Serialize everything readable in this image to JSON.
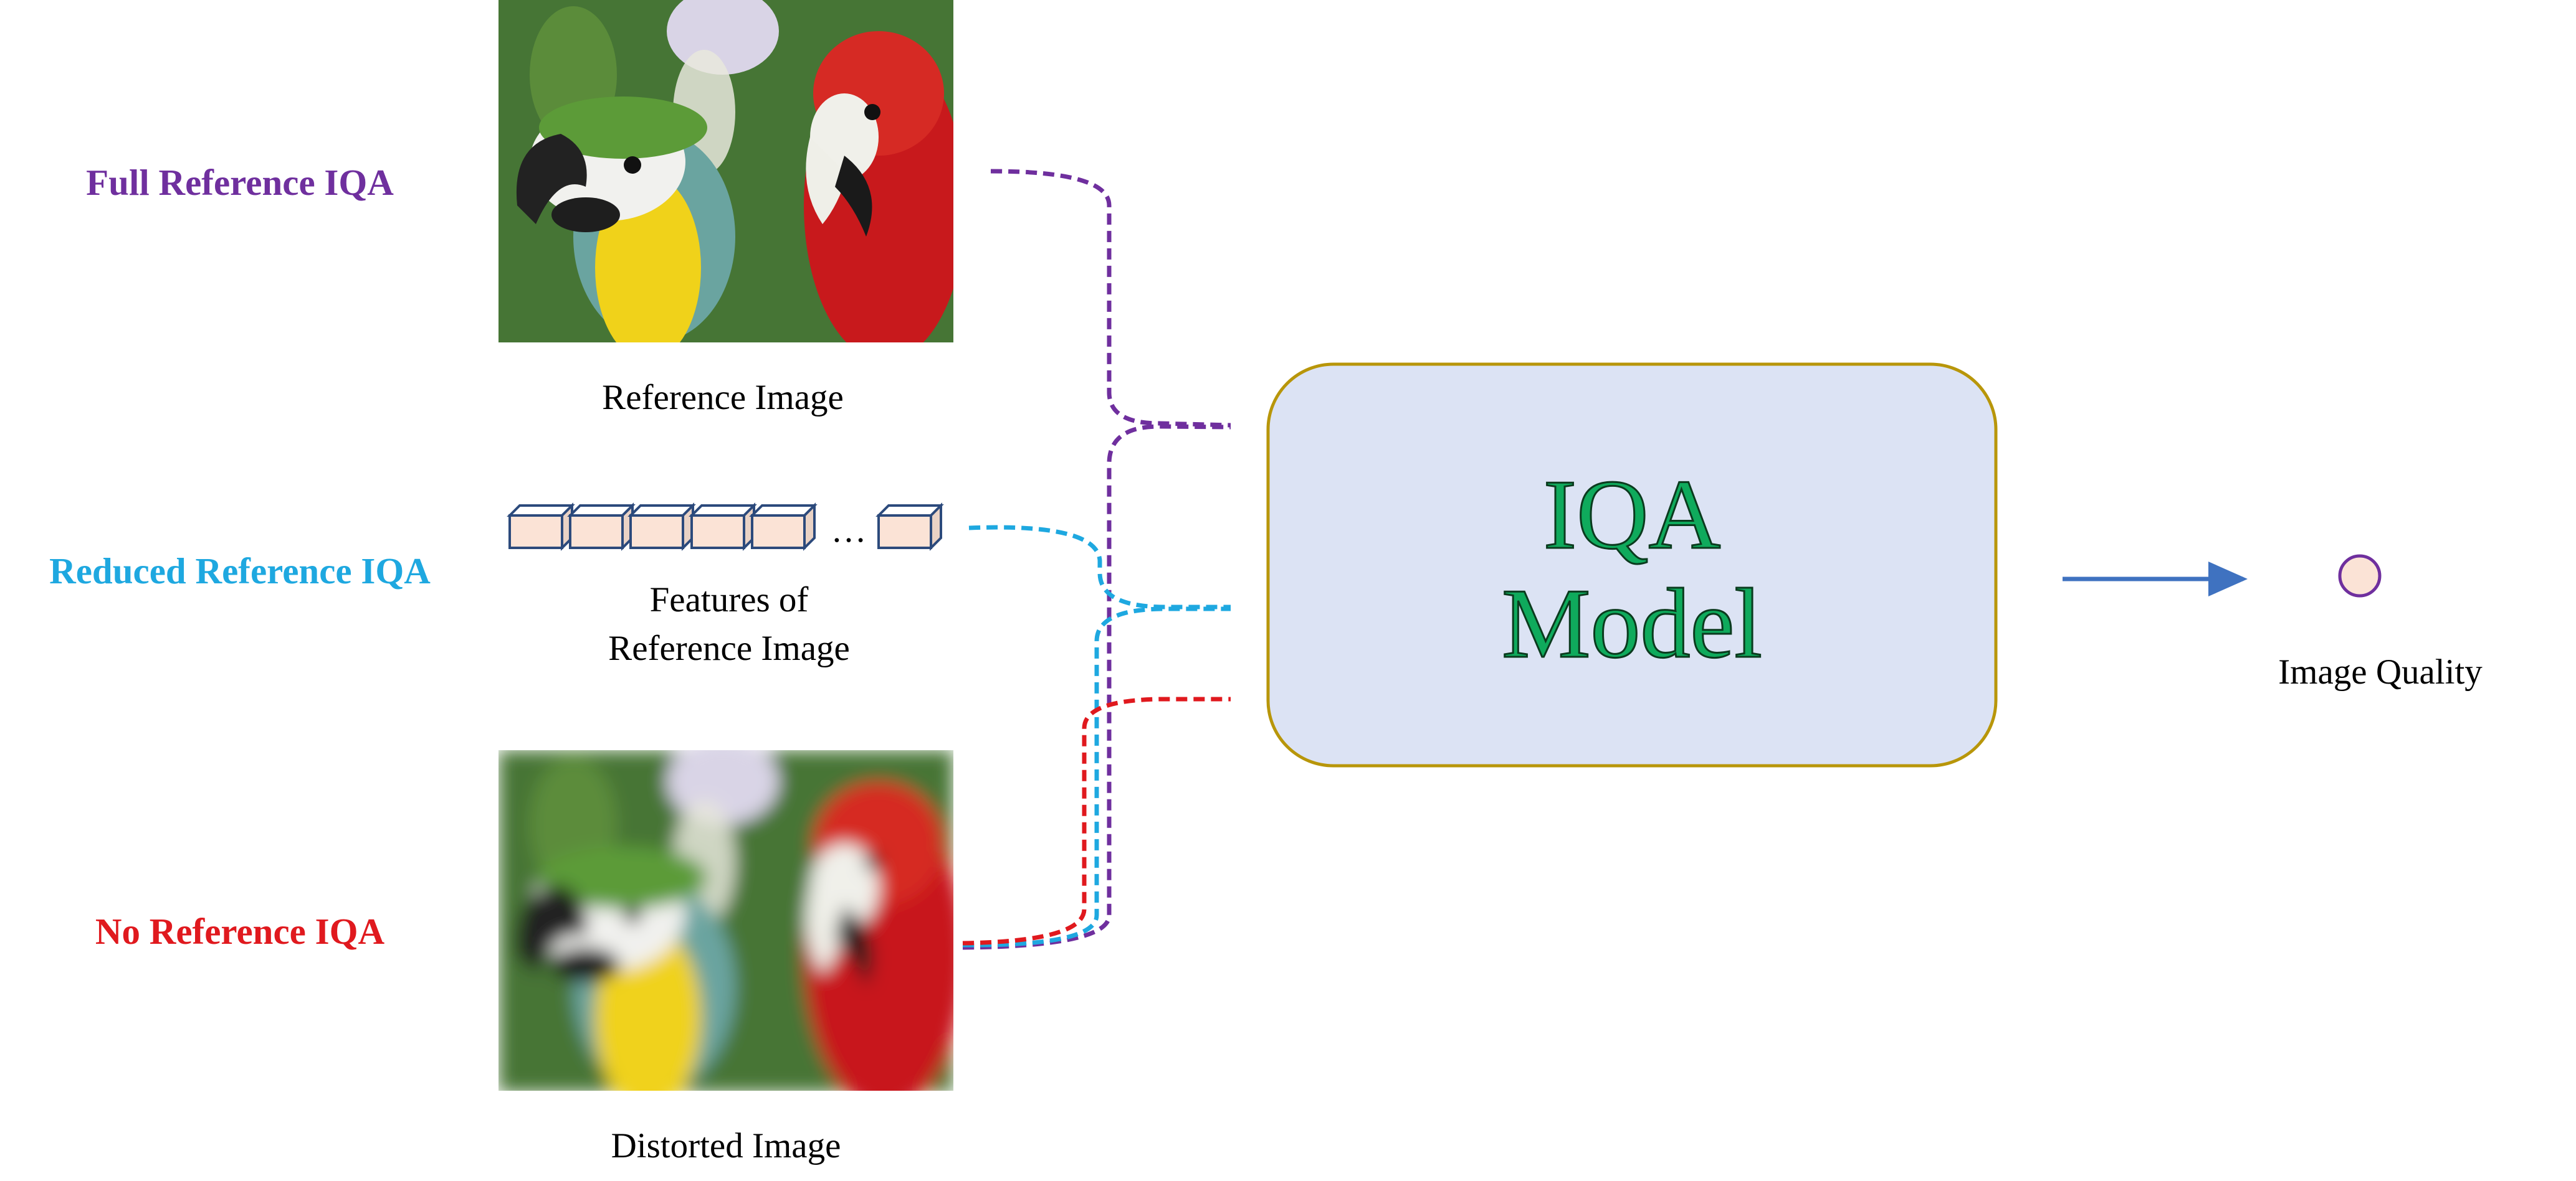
{
  "labels": {
    "full_reference": "Full Reference IQA",
    "reduced_reference": "Reduced Reference IQA",
    "no_reference": "No Reference IQA"
  },
  "captions": {
    "reference_image": "Reference Image",
    "features_line1": "Features of",
    "features_line2": "Reference Image",
    "distorted_image": "Distorted Image",
    "image_quality": "Image Quality"
  },
  "model": {
    "line1": "IQA",
    "line2": "Model"
  },
  "feature_ellipsis": "…",
  "colors": {
    "full_reference": "#6f2f9e",
    "reduced_reference": "#1ea8e0",
    "no_reference": "#e0191e",
    "model_fill": "#dce3f4",
    "model_border": "#b8960a",
    "model_text": "#0faa5c",
    "arrow": "#3f72c0",
    "cube_fill": "#fbe3d6",
    "cube_stroke": "#2c4a7c",
    "output_fill": "#fbe3d6",
    "output_stroke": "#6f2f9e"
  },
  "images": {
    "reference": "parrots-photo",
    "distorted": "parrots-photo-blurred"
  }
}
